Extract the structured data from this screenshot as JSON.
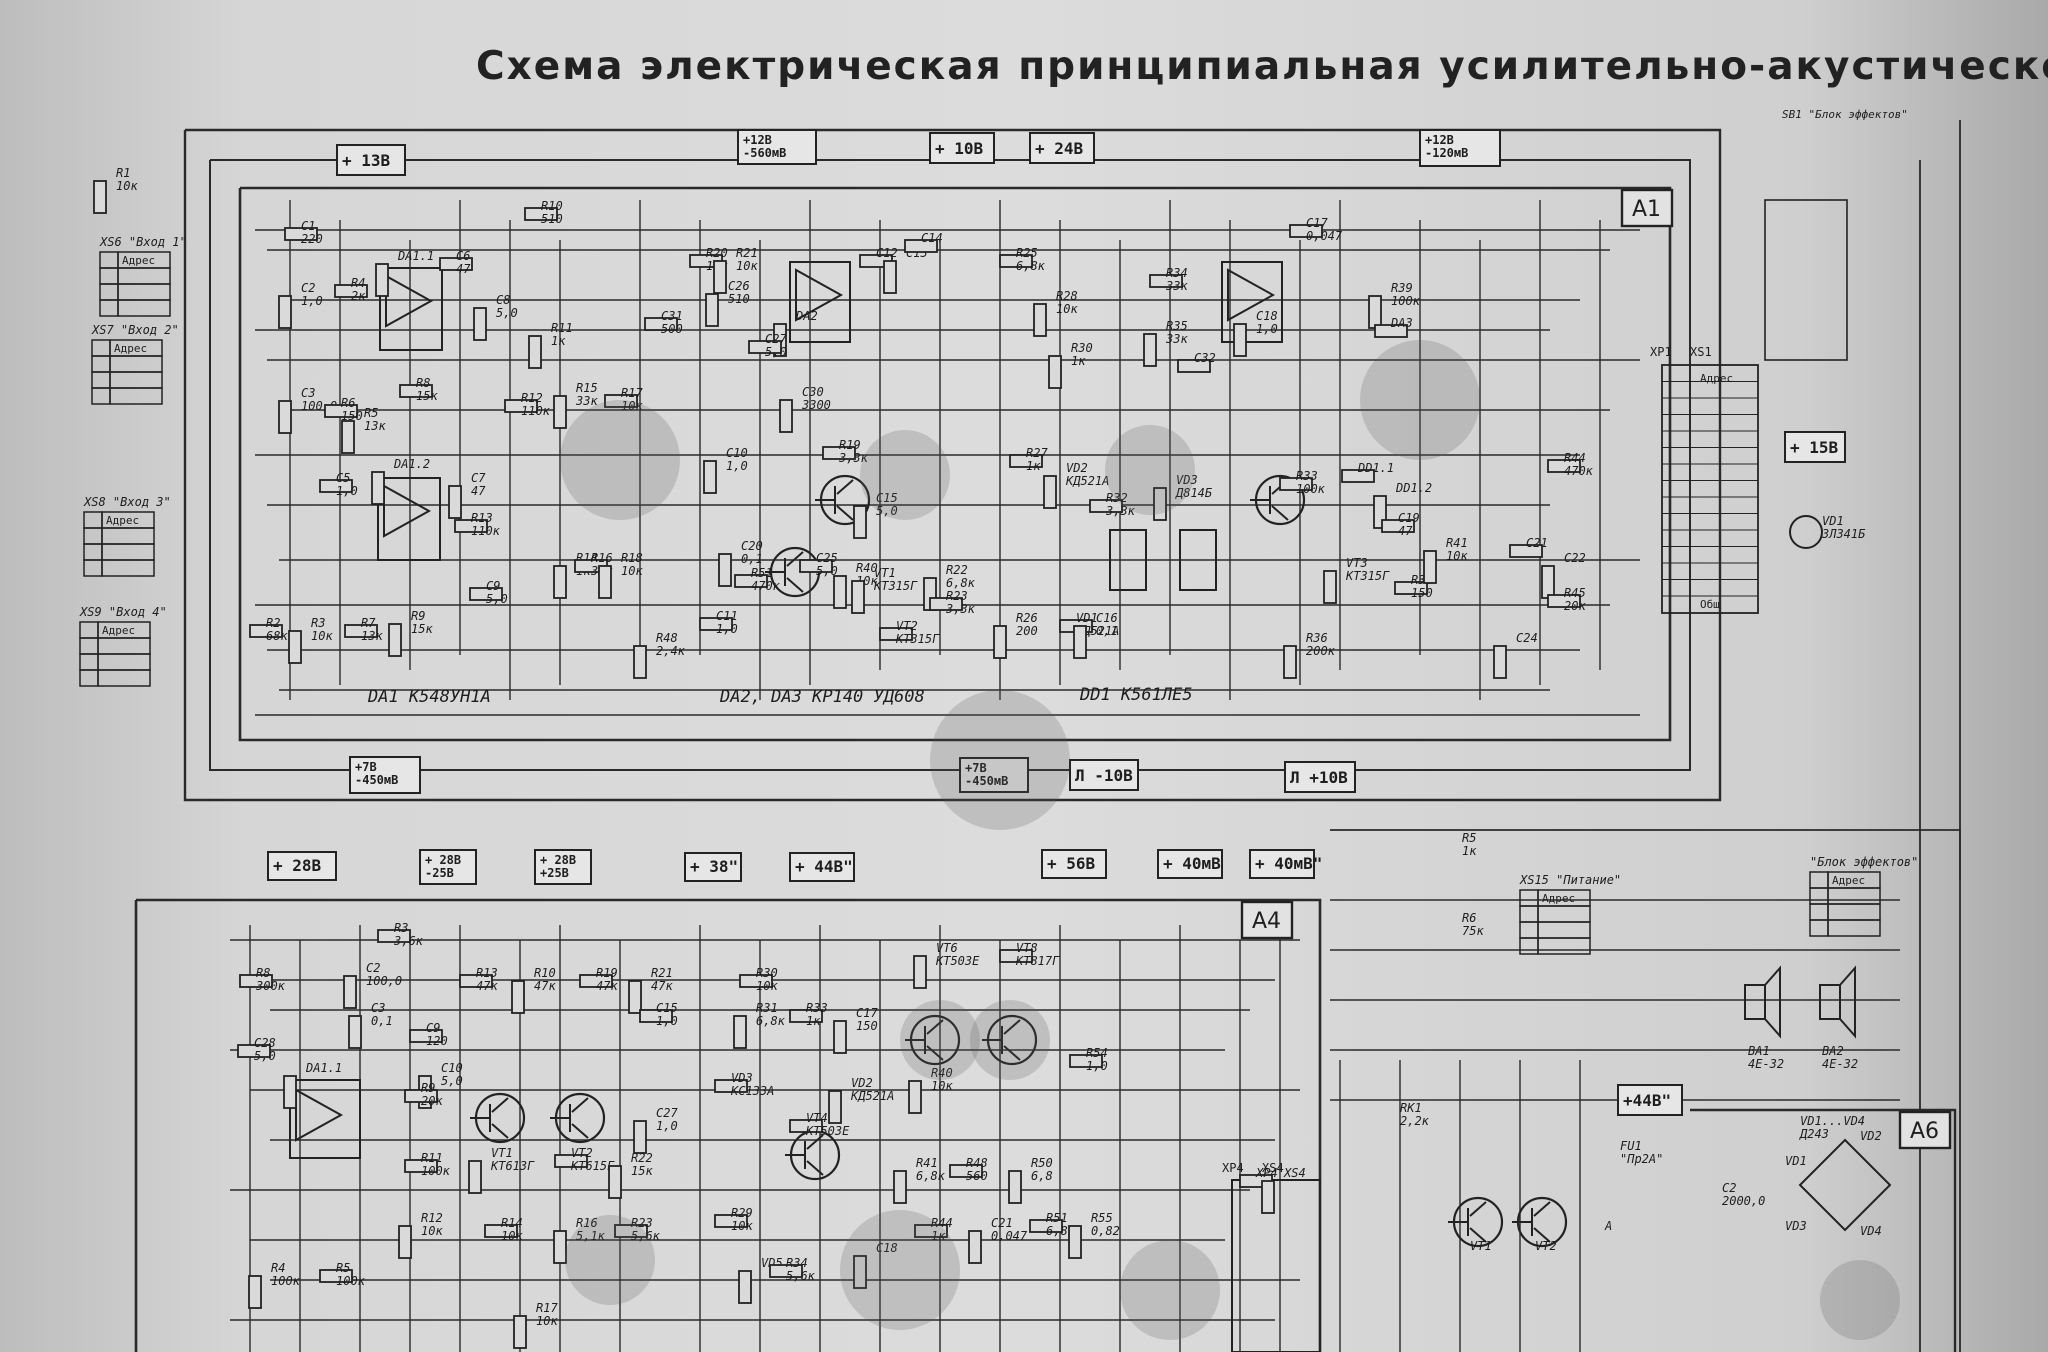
{
  "title": "Схема электрическая принципиальная усилительно-акустического",
  "blocks": {
    "a1": "A1",
    "a4": "A4",
    "a6": "A6"
  },
  "chips": {
    "da1": "DA1 K548УН1А",
    "da2_da3": "DA2, DA3 КР140 УД608",
    "dd1": "DD1 K561ЛЕ5"
  },
  "voltage_tags": {
    "t1": "+ 13В",
    "t2": "+12В\n-560мВ",
    "t3": "+ 10В",
    "t4": "+ 24В",
    "t5": "+12В\n-120мВ",
    "t6": "+7В\n-450мВ",
    "t7": "+7В\n-450мВ",
    "t8": "Л -10В",
    "t9": "Л +10В",
    "t10": "+ 15В",
    "t11": "+ 28В",
    "t12": "+ 28В\n-25В",
    "t13": "+ 28В\n+25В",
    "t14": "+ 38\"",
    "t15": "+ 44В\"",
    "t16": "+ 56В",
    "t17": "+ 40мВ",
    "t18": "+ 40мВ\"",
    "t19": "+44В\""
  },
  "connectors": {
    "xs6": "XS6 \"Вход 1\"",
    "xs7": "XS7 \"Вход 2\"",
    "xs8": "XS8 \"Вход 3\"",
    "xs9": "XS9 \"Вход 4\"",
    "xs1": "XS1",
    "xp1": "XP1",
    "xs4": "XS4",
    "xp4": "XP4",
    "sb1": "SB1 \"Блок эффектов\"",
    "xs15": "XS15 \"Питание\"",
    "xs13": "\"Блок эффектов\"",
    "adres": "Адрес",
    "gnd": "Общ"
  },
  "components_a1": [
    "R1 10к",
    "C1 220",
    "C2 1,0",
    "R4 2к",
    "DA1.1",
    "C6 47",
    "C8 5,0",
    "R10 510",
    "R11 1к",
    "R12 110к",
    "R15 33к",
    "R17 10к",
    "C3 100,0",
    "R6 150",
    "R5 13к",
    "R8 15к",
    "DA1.2",
    "C5 1,0",
    "C7 47",
    "R13 110к",
    "R14 1к",
    "R16 33к",
    "R18 10к",
    "R2 68к",
    "R3 10к",
    "R7 13к",
    "R9 15к",
    "C9 5,0",
    "C10 1,0",
    "R20 10к",
    "R21 10к",
    "C31 500",
    "DA2",
    "C12",
    "C13",
    "R25 6,8к",
    "R28 10к",
    "C14",
    "R30 1к",
    "R34 33к",
    "R35 33к",
    "C32",
    "C18 1,0",
    "C17 0,047",
    "R39 100к",
    "DA3",
    "C20 0,1",
    "C25 5,0",
    "R40 10к",
    "C11 1,0",
    "VT1 КТ315Г",
    "VT2 КТ315Г",
    "R22 6,8к",
    "R23 3,3к",
    "R26 200",
    "R27 1к",
    "VD2 КД521А",
    "VD1 КД521А",
    "C16 0,1",
    "R32 3,3к",
    "VD3 Д814Б",
    "R33 100к",
    "R36 200к",
    "DD1.1",
    "DD1.2",
    "C19 47",
    "VT3 КТ315Г",
    "R38 150",
    "R41 10к",
    "C21",
    "C22",
    "R44 470к",
    "C24",
    "R45 20к",
    "R48 2,4к",
    "R51 470к",
    "C26 510",
    "C27 5,0",
    "C30 3300",
    "R19 3,3к",
    "C15 5,0"
  ],
  "components_a4": [
    "R3 3,6к",
    "C2 100,0",
    "R8 300к",
    "C3 0,1",
    "C28 5,0",
    "DA1.1",
    "R13 47к",
    "R10 47к",
    "R19 47к",
    "R21 47к",
    "C9 120",
    "C10 5,0",
    "R9 20к",
    "VT1 КТ613Г",
    "VT2 КТ615Г",
    "R22 15к",
    "C15 1,0",
    "C27 1,0",
    "R11 100к",
    "R12 10к",
    "R14 10к",
    "R16 5,1к",
    "R23 5,6к",
    "R4 100к",
    "R5 100к",
    "R17 10к",
    "R30 10к",
    "R31 6,8к",
    "R33 1к",
    "C17 150",
    "VD3 КС133А",
    "VD2 КД521А",
    "VT4 КТ503Е",
    "VT6 КТ503Е",
    "VT8 КТ817Г",
    "R40 10к",
    "R54 1,0",
    "R41 6,8к",
    "R48 560",
    "R50 6,8",
    "R29 10к",
    "VD5",
    "R34 5,6к",
    "C18",
    "R44 1к",
    "C21 0,047",
    "R51 6,8к",
    "R55 0,82",
    "XP4",
    "XS4"
  ],
  "components_right": [
    "R5 1к",
    "R6 75к",
    "VD1 ЗЛ341Б",
    "BA1 4Е-32",
    "BA2 4Е-32",
    "RK1 2,2к",
    "FU1 \"Пр2А\"",
    "VT1",
    "VT2",
    "C2 2000,0",
    "VD1...VD4 Д243",
    "VD1",
    "VD2",
    "VD3",
    "VD4",
    "A"
  ]
}
